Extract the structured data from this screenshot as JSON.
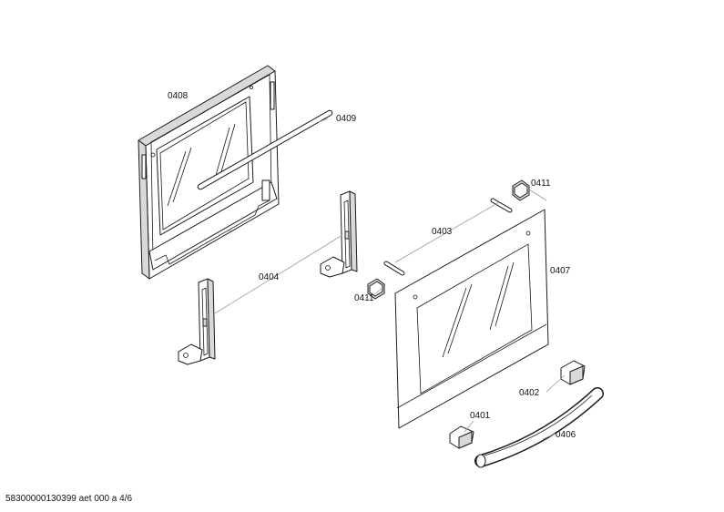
{
  "diagram": {
    "labels": {
      "p0401": "0401",
      "p0402": "0402",
      "p0403": "0403",
      "p0404": "0404",
      "p0406": "0406",
      "p0407": "0407",
      "p0408": "0408",
      "p0409": "0409",
      "p0411a": "0411",
      "p0411b": "0411"
    }
  },
  "footer": {
    "doc_reference": "58300000130399 aet 000 a 4/6"
  }
}
